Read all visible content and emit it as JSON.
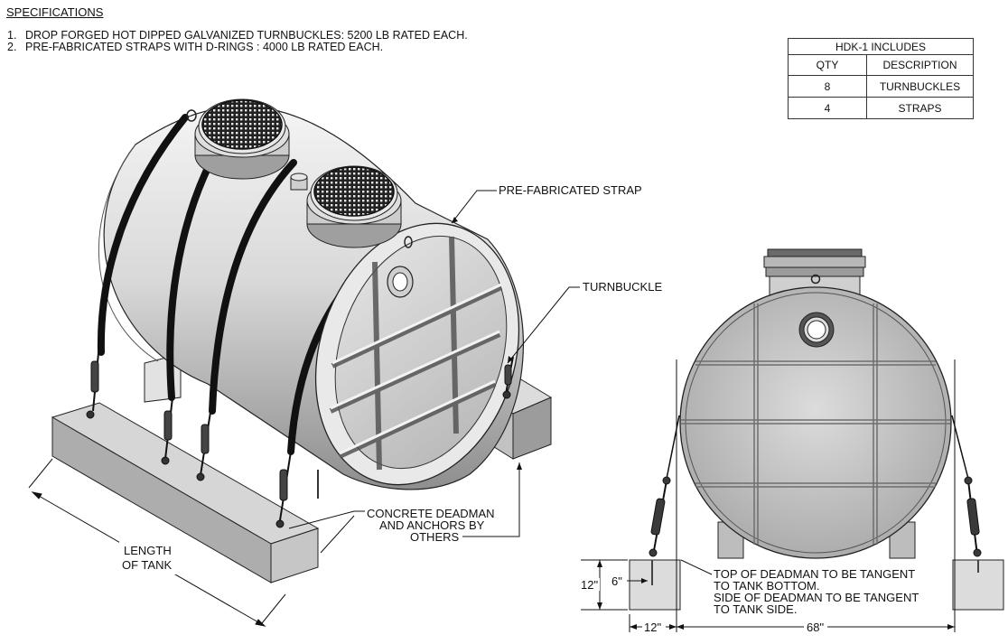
{
  "specifications": {
    "title": "SPECIFICATIONS",
    "items": [
      {
        "num": "1.",
        "text": "DROP FORGED HOT DIPPED GALVANIZED TURNBUCKLES: 5200 LB RATED EACH."
      },
      {
        "num": "2.",
        "text": "PRE-FABRICATED STRAPS WITH D-RINGS : 4000 LB RATED EACH."
      }
    ]
  },
  "kit_table": {
    "title": "HDK-1 INCLUDES",
    "headers": [
      "QTY",
      "DESCRIPTION"
    ],
    "rows": [
      {
        "qty": "8",
        "description": "TURNBUCKLES"
      },
      {
        "qty": "4",
        "description": "STRAPS"
      }
    ]
  },
  "callouts": {
    "strap": "PRE-FABRICATED STRAP",
    "turnbuckle": "TURNBUCKLE",
    "deadman_line1": "CONCRETE DEADMAN",
    "deadman_line2": "AND ANCHORS BY",
    "deadman_line3": "OTHERS",
    "length_line1": "LENGTH",
    "length_line2": "OF TANK",
    "note_line1": "TOP OF DEADMAN TO BE TANGENT",
    "note_line2": "TO TANK BOTTOM.",
    "note_line3": "SIDE OF DEADMAN TO BE TANGENT",
    "note_line4": "TO TANK SIDE."
  },
  "dimensions": {
    "deadman_height": "12\"",
    "anchor_depth": "6\"",
    "deadman_width": "12\"",
    "tank_diameter": "68\""
  }
}
